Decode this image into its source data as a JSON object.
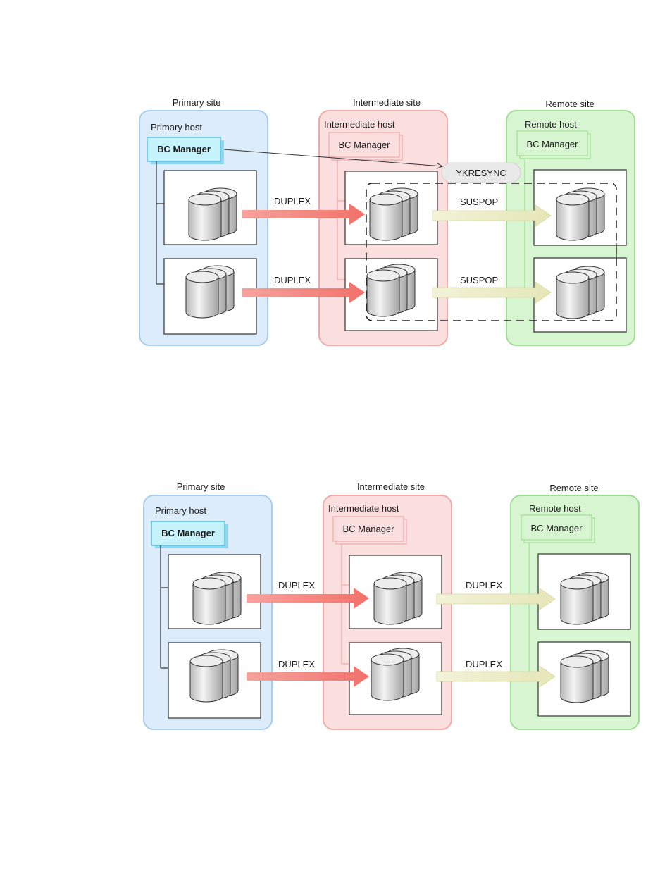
{
  "diagrams": [
    {
      "sites": {
        "primary": {
          "site_label": "Primary site",
          "host_label": "Primary host",
          "manager_label": "BC Manager"
        },
        "intermediate": {
          "site_label": "Intermediate site",
          "host_label": "Intermediate host",
          "manager_label": "BC Manager"
        },
        "remote": {
          "site_label": "Remote site",
          "host_label": "Remote host",
          "manager_label": "BC Manager"
        }
      },
      "links": [
        {
          "left": "DUPLEX",
          "right": "SUSPOP"
        },
        {
          "left": "DUPLEX",
          "right": "SUSPOP"
        }
      ],
      "command": "YKRESYNC"
    },
    {
      "sites": {
        "primary": {
          "site_label": "Primary site",
          "host_label": "Primary host",
          "manager_label": "BC Manager"
        },
        "intermediate": {
          "site_label": "Intermediate site",
          "host_label": "Intermediate host",
          "manager_label": "BC Manager"
        },
        "remote": {
          "site_label": "Remote site",
          "host_label": "Remote host",
          "manager_label": "BC Manager"
        }
      },
      "links": [
        {
          "left": "DUPLEX",
          "right": "DUPLEX"
        },
        {
          "left": "DUPLEX",
          "right": "DUPLEX"
        }
      ]
    }
  ],
  "colors": {
    "primary_fill": "#dcecfb",
    "primary_stroke": "#a9cdee",
    "intermediate_fill": "#fbdede",
    "intermediate_stroke": "#f0aaaa",
    "remote_fill": "#d8f5d2",
    "remote_stroke": "#9fde93",
    "primary_manager_fill": "#c6f3fb",
    "primary_manager_stroke": "#5bbfe0",
    "duplex_arrow": "#f48a84",
    "remote_arrow": "#eeeec8"
  }
}
